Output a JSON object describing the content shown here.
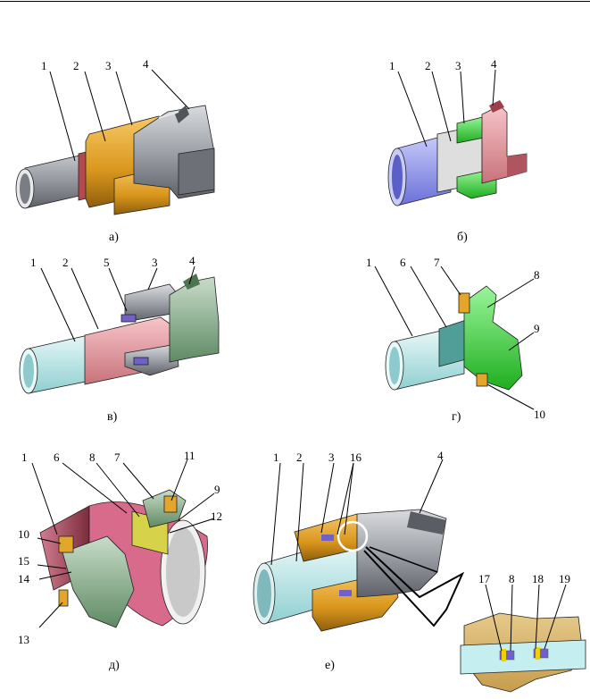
{
  "colors": {
    "steel": "#a9acb2",
    "steel_dark": "#555a60",
    "orange": "#e3a52a",
    "orange_dark": "#9d6a10",
    "pink": "#e79aa0",
    "red_dark": "#8a2f38",
    "green": "#3fd23f",
    "green_dark": "#1e7a1e",
    "blue": "#9a9ef2",
    "cyan": "#cfeeef",
    "sage": "#93b596",
    "purple": "#7060c8",
    "maroon": "#a64a5f",
    "yellow": "#d6d24a"
  },
  "panels": [
    {
      "caption": "а)",
      "labels": [
        "1",
        "2",
        "3",
        "4"
      ]
    },
    {
      "caption": "б)",
      "labels": [
        "1",
        "2",
        "3",
        "4"
      ]
    },
    {
      "caption": "в)",
      "labels": [
        "1",
        "2",
        "5",
        "3",
        "4"
      ]
    },
    {
      "caption": "г)",
      "labels": [
        "1",
        "6",
        "7",
        "8",
        "9",
        "10"
      ]
    },
    {
      "caption": "д)",
      "labels": [
        "1",
        "6",
        "8",
        "7",
        "11",
        "9",
        "12",
        "10",
        "15",
        "14",
        "13"
      ]
    },
    {
      "caption": "е)",
      "labels": [
        "1",
        "2",
        "3",
        "16",
        "4",
        "17",
        "8",
        "18",
        "19"
      ]
    }
  ]
}
